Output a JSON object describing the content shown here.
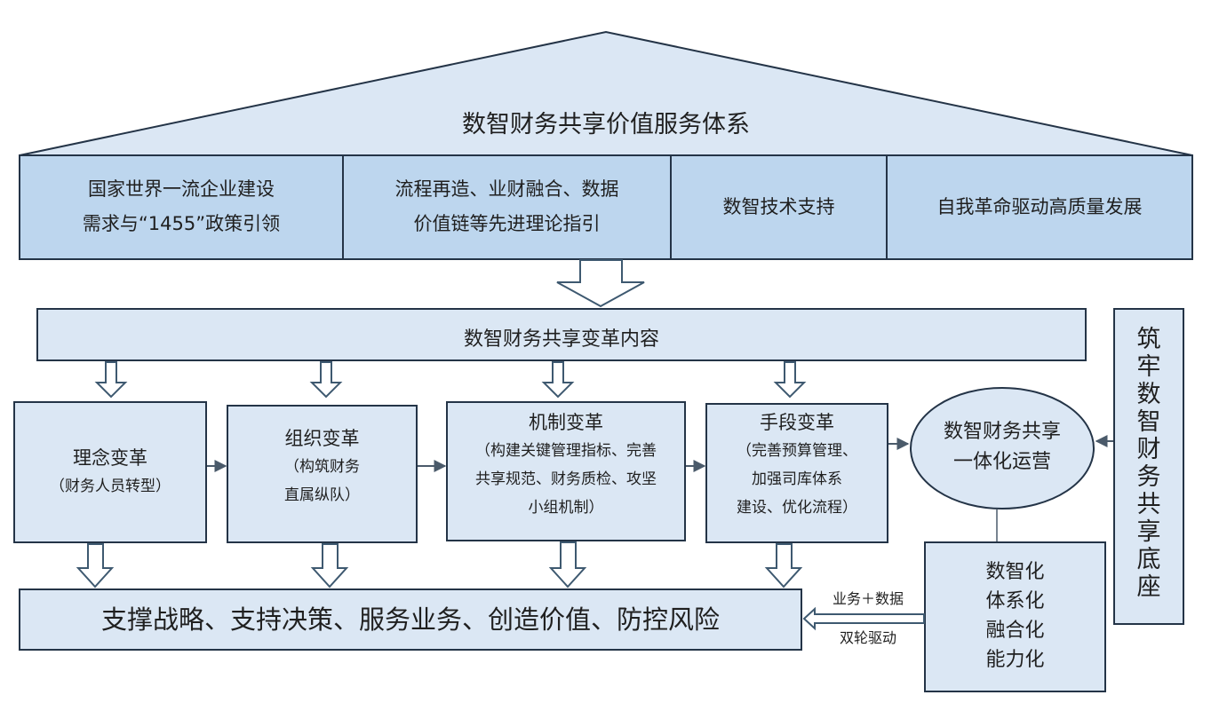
{
  "roof": {
    "title": "数智财务共享价值服务体系"
  },
  "pillars": [
    {
      "lines": [
        "国家世界一流企业建设",
        "需求与“1455”政策引领"
      ]
    },
    {
      "lines": [
        "流程再造、业财融合、数据",
        "价值链等先进理论指引"
      ]
    },
    {
      "lines": [
        "数智技术支持"
      ]
    },
    {
      "lines": [
        "自我革命驱动高质量发展"
      ]
    }
  ],
  "content_bar": {
    "title": "数智财务共享变革内容"
  },
  "reforms": [
    {
      "title": "理念变革",
      "sub": [
        "（财务人员转型）"
      ]
    },
    {
      "title": "组织变革",
      "sub": [
        "（构筑财务",
        "直属纵队）"
      ]
    },
    {
      "title": "机制变革",
      "sub": [
        "（构建关键管理指标、完善",
        "共享规范、财务质检、攻坚",
        "小组机制）"
      ]
    },
    {
      "title": "手段变革",
      "sub": [
        "（完善预算管理、",
        "加强司库体系",
        "建设、优化流程）"
      ]
    }
  ],
  "ellipse": {
    "lines": [
      "数智财务共享",
      "一体化运营"
    ]
  },
  "foundation": {
    "text": "筑牢数智财务共享底座"
  },
  "outcome_bar": {
    "text": "支撑战略、支持决策、服务业务、创造价值、防控风险"
  },
  "drive": {
    "top": "业务＋数据",
    "bottom": "双轮驱动"
  },
  "four_z": {
    "lines": [
      "数智化",
      "体系化",
      "融合化",
      "能力化"
    ]
  },
  "colors": {
    "fill_light": "#dbe7f4",
    "fill_mid": "#bdd6ee",
    "stroke": "#243447",
    "arrow_stroke": "#3e5970",
    "connector": "#4a5a6a"
  }
}
